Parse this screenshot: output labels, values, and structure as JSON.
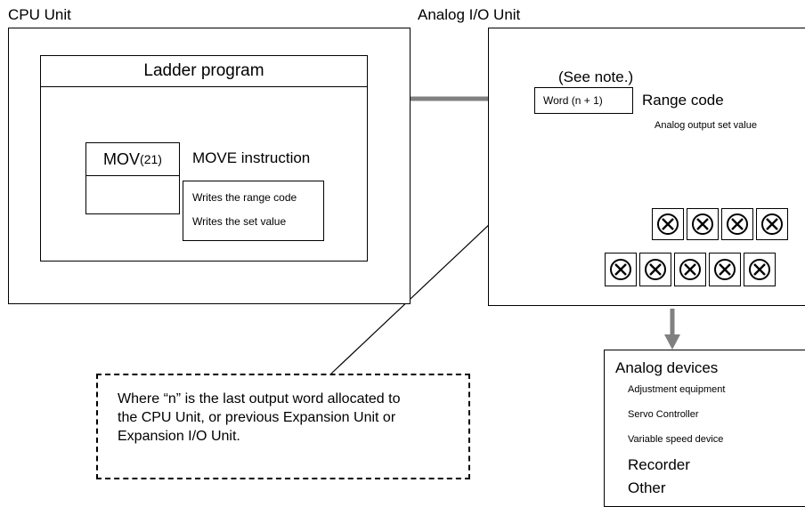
{
  "cpu_unit": {
    "label": "CPU Unit",
    "ladder_title": "Ladder program",
    "instruction_mnemonic": "MOV",
    "instruction_code": "(21)",
    "instruction_name": "MOVE instruction",
    "notes": [
      "Writes the range code",
      "Writes the set value"
    ]
  },
  "analog_unit": {
    "label": "Analog I/O Unit",
    "see_note": "(See note.)",
    "word_label": "Word (n + 1)",
    "range_code": "Range code",
    "set_value": "Analog output set value",
    "terminals_top": 4,
    "terminals_bottom": 5
  },
  "analog_devices": {
    "title": "Analog devices",
    "items_small": [
      "Adjustment equipment",
      "Servo Controller",
      "Variable speed device"
    ],
    "items_large": [
      "Recorder",
      "Other"
    ]
  },
  "note": {
    "lines": [
      "Where “n” is the last output word allocated to",
      "the CPU Unit, or previous Expansion Unit or",
      "Expansion I/O Unit."
    ]
  },
  "colors": {
    "arrow": "#808080",
    "line": "#000000"
  }
}
